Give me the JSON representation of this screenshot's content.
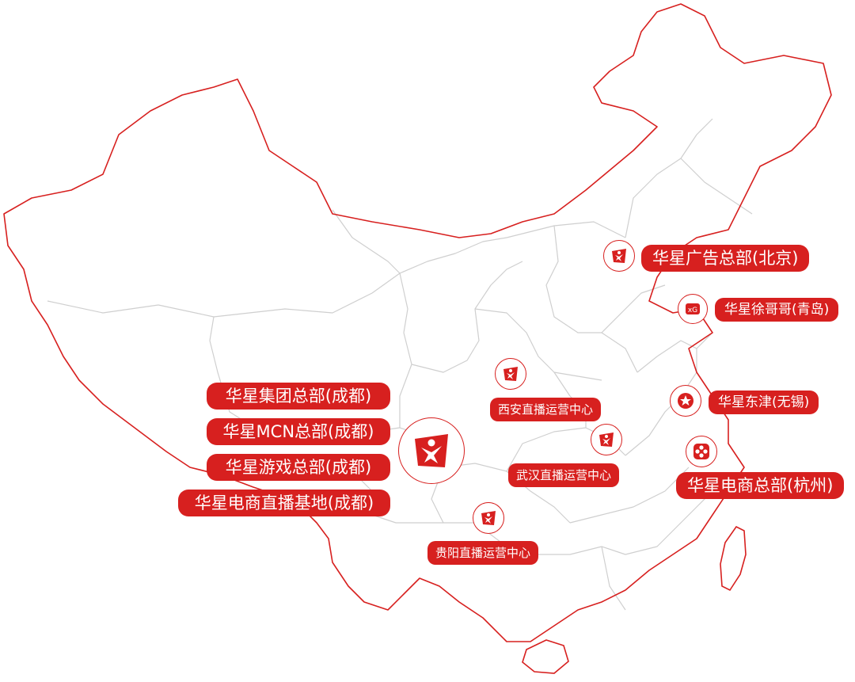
{
  "colors": {
    "accent": "#d7201f",
    "province_line": "#c9c9c9",
    "border_line": "#d7201f"
  },
  "locations": [
    {
      "id": "beijing",
      "label": "华星广告总部(北京)",
      "icon": "huaxing-logo-icon"
    },
    {
      "id": "qingdao",
      "label": "华星徐哥哥(青岛)",
      "icon": "xu-gege-logo-icon"
    },
    {
      "id": "xian",
      "label": "西安直播运营中心",
      "icon": "huaxing-logo-icon"
    },
    {
      "id": "wuxi",
      "label": "华星东津(无锡)",
      "icon": "star-badge-icon"
    },
    {
      "id": "wuhan",
      "label": "武汉直播运营中心",
      "icon": "huaxing-logo-icon"
    },
    {
      "id": "hangzhou",
      "label": "华星电商总部(杭州)",
      "icon": "flower-badge-icon"
    },
    {
      "id": "guiyang",
      "label": "贵阳直播运营中心",
      "icon": "huaxing-logo-icon"
    }
  ],
  "chengdu": {
    "icon": "huaxing-main-logo-icon",
    "labels": [
      "华星集团总部(成都)",
      "华星MCN总部(成都)",
      "华星游戏总部(成都)",
      "华星电商直播基地(成都)"
    ]
  }
}
